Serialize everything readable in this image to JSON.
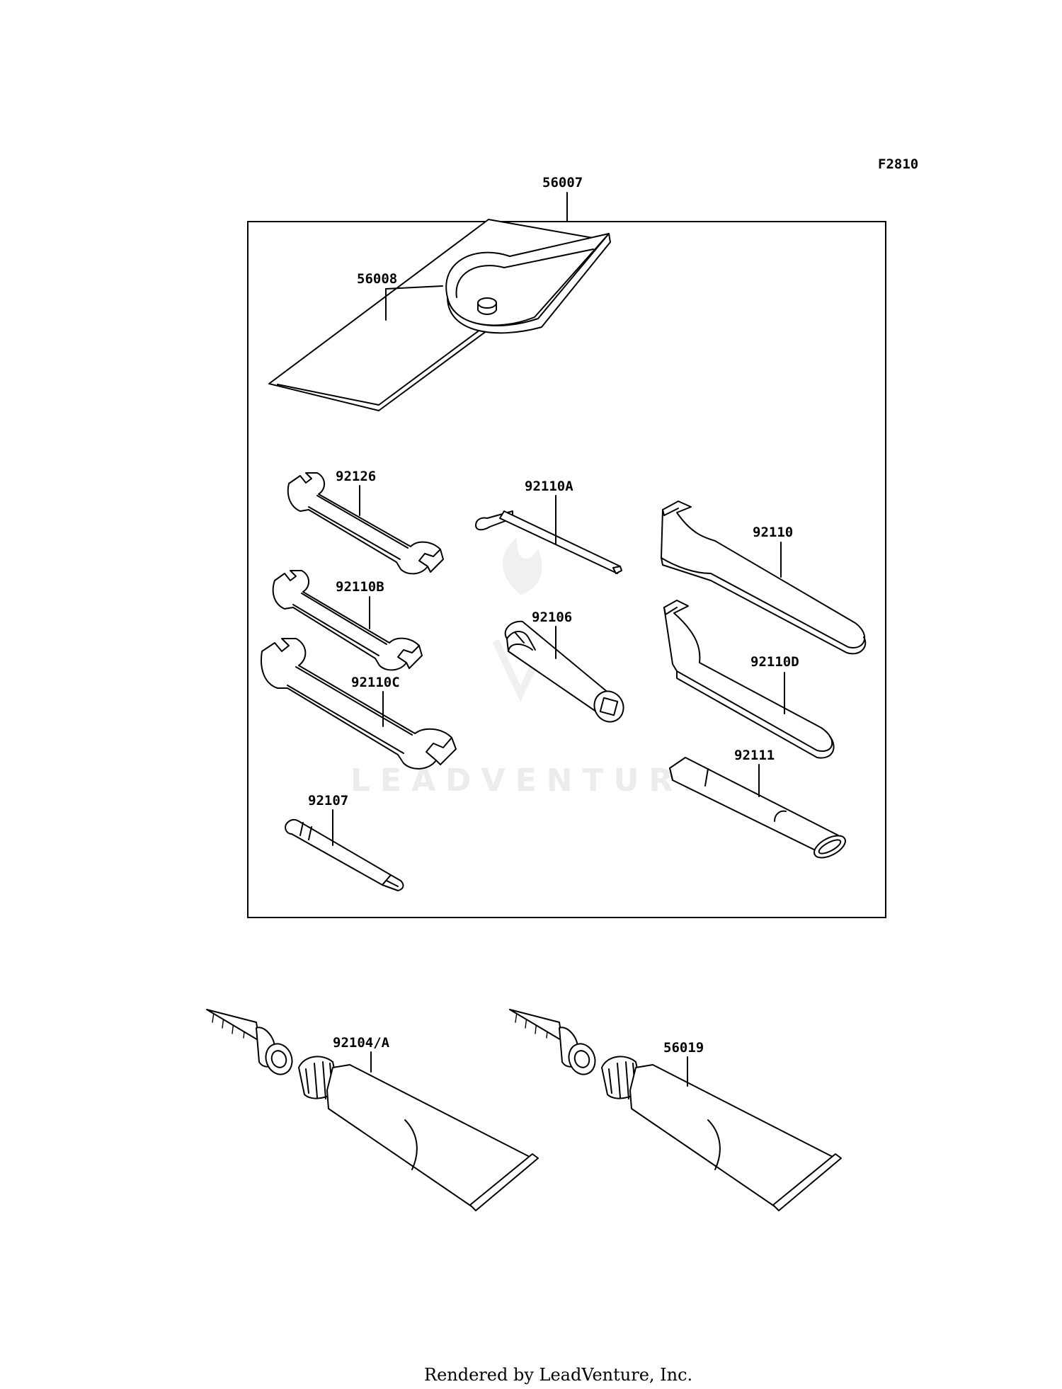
{
  "figure_code": "F2810",
  "labels": {
    "kit": "56007",
    "pouch": "56008",
    "wrench_92126": "92126",
    "wrench_92110B": "92110B",
    "wrench_92110C": "92110C",
    "screwdriver": "92107",
    "hex_key": "92110A",
    "handle": "92106",
    "spanner_92110": "92110",
    "spanner_92110D": "92110D",
    "extension": "92111",
    "tube_left": "92104/A",
    "tube_right": "56019"
  },
  "watermark": "LEADVENTURE",
  "footer": "Rendered by LeadVenture, Inc."
}
